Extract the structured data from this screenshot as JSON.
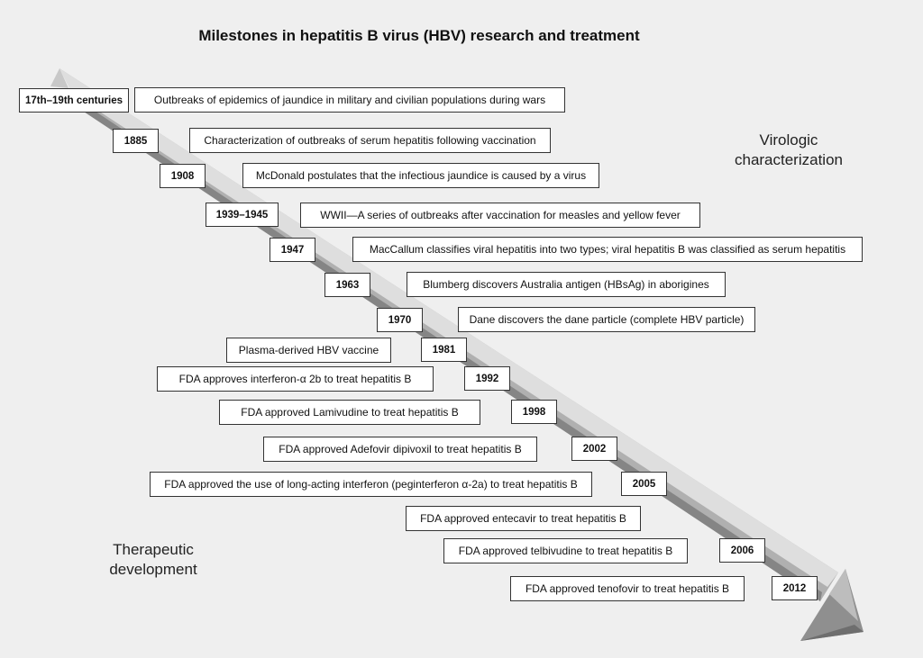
{
  "title": "Milestones in hepatitis B virus (HBV) research and treatment",
  "labels": {
    "virologic_line1": "Virologic",
    "virologic_line2": "characterization",
    "therapeutic_line1": "Therapeutic",
    "therapeutic_line2": "development"
  },
  "milestones": [
    {
      "year": "17th–19th centuries",
      "event": "Outbreaks of epidemics of jaundice in military and civilian populations during wars"
    },
    {
      "year": "1885",
      "event": "Characterization of outbreaks of serum hepatitis following vaccination"
    },
    {
      "year": "1908",
      "event": "McDonald postulates that the infectious jaundice is caused by a virus"
    },
    {
      "year": "1939–1945",
      "event": "WWII—A series of outbreaks after vaccination for measles and yellow fever"
    },
    {
      "year": "1947",
      "event": "MacCallum classifies viral hepatitis into two types; viral hepatitis B was classified as serum hepatitis"
    },
    {
      "year": "1963",
      "event": "Blumberg discovers Australia antigen (HBsAg) in aborigines"
    },
    {
      "year": "1970",
      "event": "Dane discovers the dane particle (complete HBV particle)"
    },
    {
      "year": "1981",
      "event": "Plasma-derived HBV vaccine"
    },
    {
      "year": "1992",
      "event": "FDA approves interferon-α 2b to treat hepatitis B"
    },
    {
      "year": "1998",
      "event": "FDA approved Lamivudine to treat hepatitis B"
    },
    {
      "year": "2002",
      "event": "FDA approved Adefovir dipivoxil to treat hepatitis B"
    },
    {
      "year": "2005",
      "event": "FDA approved the use of long-acting interferon (peginterferon α-2a) to treat hepatitis B"
    },
    {
      "event": "FDA approved entecavir to treat hepatitis B"
    },
    {
      "year": "2006",
      "event": "FDA approved telbivudine to treat hepatitis B"
    },
    {
      "year": "2012",
      "event": "FDA approved tenofovir to treat hepatitis B"
    }
  ],
  "colors": {
    "arrow_light": "#e4e4e4",
    "arrow_mid": "#b4b4b4",
    "arrow_dark": "#7c7c7c",
    "box_border": "#333333"
  }
}
